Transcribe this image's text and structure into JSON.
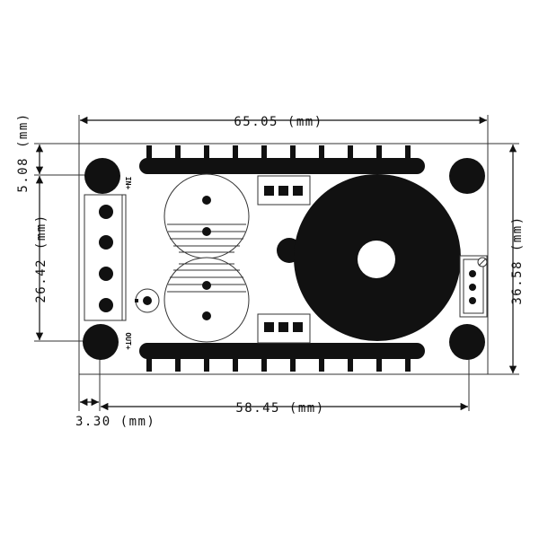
{
  "dimensions": {
    "top_width": "65.05 (mm)",
    "bottom_width": "58.45 (mm)",
    "bottom_offset": "3.30 (mm)",
    "left_top_offset": "5.08 (mm)",
    "left_height": "26.42 (mm)",
    "right_height": "36.58 (mm)"
  },
  "board": {
    "label_in": "IN+",
    "label_out": "OUT+"
  },
  "colors": {
    "ink": "#111111",
    "board_fill": "#ffffff",
    "line": "#333333"
  }
}
